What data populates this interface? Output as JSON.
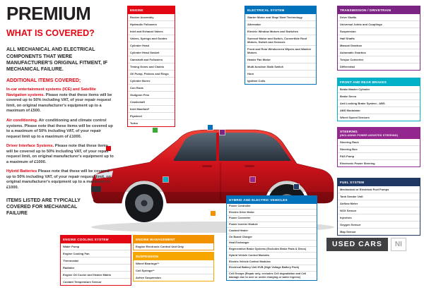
{
  "left": {
    "title": "PREMIUM",
    "subtitle": "WHAT IS COVERED?",
    "intro": "ALL MECHANICAL AND ELECTRICAL COMPONENTS THAT WERE MANUFACTURER'S ORIGINAL FITMENT, IF MECHANICAL FAILURE.",
    "additional_heading": "ADDITIONAL ITEMS COVERED;",
    "paragraphs": [
      {
        "lead": "In-car entertainment systems (ICE) and Satellite Navigation systems.",
        "body": " Please note that these items will be covered up to 50% including VAT, of your repair request limit, on original manufacturer's equipment up to a maximum of £500."
      },
      {
        "lead": "Air conditioning.",
        "body": " Air conditioning and climate control systems. Please note that these items will be covered up to a maximum of 50% including VAT, of your repair request limit up to a maximum of £1000."
      },
      {
        "lead": "Driver Interface Systems.",
        "body": " Please note that these items will be covered up to 50% including VAT, of your repair request limit, on original manufacturer's equipment up to a maximum of £1000."
      },
      {
        "lead": "Hybrid Batteries",
        "body": " Please note that these will be covered up to 50% including VAT, of your repair request limit, on original manufacturer's equipment up to a maximum of £1000."
      }
    ],
    "footer_note": "ITEMS LISTED ARE TYPICALLY COVERED FOR MECHANICAL FAILURE"
  },
  "colors": {
    "engine": "#e30613",
    "electrical": "#0072bc",
    "transmission": "#7c2483",
    "brakes": "#00b1c8",
    "steering": "#94268f",
    "fuel": "#1f3864",
    "hybrid": "#0072bc",
    "cooling": "#e30613",
    "management": "#f39200",
    "suspension": "#f7a600",
    "accent_red": "#e30613",
    "marker_green": "#3aaa35"
  },
  "categories": {
    "engine": {
      "title": "ENGINE",
      "items": [
        "Rocker Assembly",
        "Hydraulic Followers",
        "Inlet and Exhaust Valves",
        "Valves, Springs and Guides",
        "Cylinder Head",
        "Cylinder Head Gasket",
        "Camshaft and Followers",
        "Timing Gears and Chains",
        "Oil Pump, Pistons and Rings",
        "Cylinder Bores",
        "Con Rods",
        "Gudgeon Pins",
        "Crankshaft",
        "Inlet Manifold*",
        "Flywheel",
        "Turbo"
      ]
    },
    "electrical": {
      "title": "ELECTRICAL SYSTEM",
      "items": [
        "Starter Motor and Stop/ Start Technology",
        "Alternator",
        "Electric Window Motors and Switches",
        "Sunroof Motor and Switch, Convertible Roof Motors, Switch and Sensors",
        "Front and Rear Windscreen Wipers and Washer Motors",
        "Heater Fan Motor",
        "Multi-function Stalk Switch",
        "Horn",
        "Ignition Coils"
      ]
    },
    "transmission": {
      "title": "TRANSMISSION / DRIVETRAIN",
      "items": [
        "Drive Shafts",
        "Universal Joints and Couplings",
        "Suspension",
        "Half Shafts",
        "Manual Gearbox",
        "Automatic Gearbox",
        "Torque Converter",
        "Differential"
      ]
    },
    "brakes": {
      "title": "FRONT AND REAR BRAKES",
      "items": [
        "Brake Master Cylinder",
        "Brake Servo",
        "Anti Locking Brake System - ABS",
        "ABS Modulator",
        "Wheel Speed Sensors"
      ]
    },
    "steering": {
      "title": "STEERING",
      "subtitle": "(INCLUDING POWER ASSISTED STEERING)",
      "items": [
        "Steering Rack",
        "Steering Box",
        "PAS Pump",
        "Electronic Power Steering"
      ]
    },
    "fuel": {
      "title": "FUEL SYSTEM",
      "items": [
        "Mechanical or Electrical Fuel Pumps",
        "Tank Sender Unit",
        "Airflow Meter",
        "NOX Sensor",
        "Injectors",
        "Oxygen Sensor",
        "Map Sensor"
      ]
    },
    "hybrid": {
      "title": "HYBRID AND ELECTRIC VEHICLES",
      "items": [
        "Power Controller",
        "Electric Drive Motor",
        "Power Converter",
        "Power Inverter Module",
        "Coolant Heater",
        "On Board Charger",
        "Heat Exchanger",
        "Regenerative Brake Systems (Excludes Brake Pads & Discs)",
        "Hybrid Vehicle Control Modules",
        "Electric Vehicle Control Modules",
        "Electrical Battery Unit HVB (High Voltage Battery Pack)",
        "Cell Groups (Repair only, excludes Cell degradation and Cell damage due to over or under charging or water ingress)"
      ]
    },
    "cooling": {
      "title": "ENGINE COOLING SYSTEM",
      "items": [
        "Water Pump",
        "Engine Cooling Fan",
        "Thermostat",
        "Radiator",
        "Engine Oil Cooler and Heater Matrix",
        "Coolant Temperature Sensor"
      ]
    },
    "management": {
      "title": "ENGINE MANAGEMENT",
      "items": [
        "Engine Electronic Control Unit Only"
      ]
    },
    "suspension": {
      "title": "SUSPENSION",
      "items": [
        "Wheel Bearings**",
        "Coil Springs**",
        "Active Suspension"
      ]
    }
  },
  "logo": {
    "used_cars": "USED CARS",
    "ni": "NI"
  }
}
